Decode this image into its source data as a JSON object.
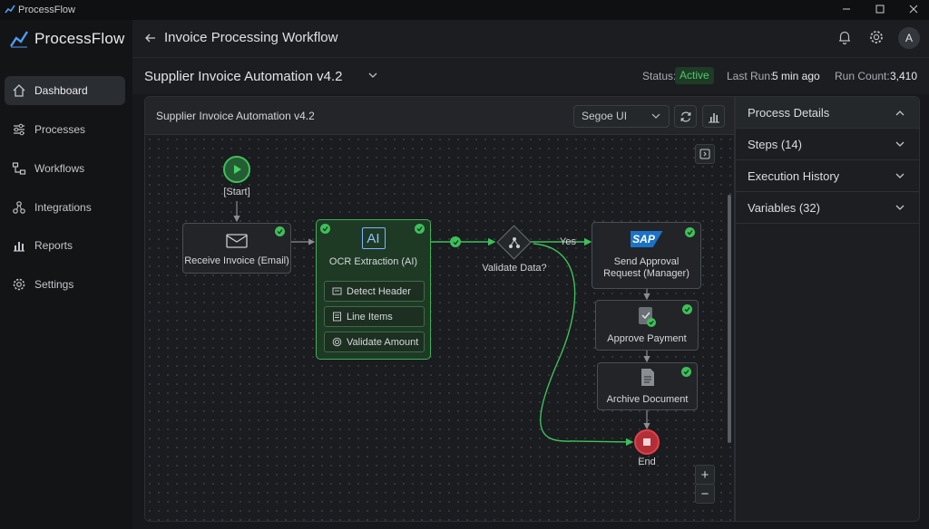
{
  "window": {
    "title": "ProcessFlow"
  },
  "sidebar": {
    "brand": "ProcessFlow",
    "items": [
      {
        "label": "Dashboard",
        "icon": "home-icon",
        "active": true
      },
      {
        "label": "Processes",
        "icon": "sliders-icon"
      },
      {
        "label": "Workflows",
        "icon": "workflow-icon"
      },
      {
        "label": "Integrations",
        "icon": "integrations-icon"
      },
      {
        "label": "Reports",
        "icon": "bar-chart-icon"
      },
      {
        "label": "Settings",
        "icon": "gear-icon"
      }
    ]
  },
  "header": {
    "title": "Invoice Processing Workflow",
    "avatar_initial": "A"
  },
  "subheader": {
    "process_name": "Supplier Invoice Automation v4.2",
    "status_label": "Status:",
    "status_value": "Active",
    "last_run_label": "Last Run:",
    "last_run_value": "5 min ago",
    "run_count_label": "Run Count:",
    "run_count_value": "3,410"
  },
  "canvas": {
    "title": "Supplier Invoice Automation v4.2",
    "font_select": "Segoe UI",
    "zoom_in": "+",
    "zoom_out": "−"
  },
  "workflow": {
    "start_label": "[Start]",
    "receive": "Receive Invoice (Email)",
    "ocr_icon_text": "AI",
    "ocr": "OCR Extraction (AI)",
    "ocr_steps": [
      "Detect Header",
      "Line Items",
      "Validate Amount"
    ],
    "decision": "Validate Data?",
    "yes_label": "Yes",
    "sap_logo": "SAP",
    "approval": "Send Approval Request (Manager)",
    "approve_payment": "Approve Payment",
    "archive": "Archive Document",
    "end_label": "End",
    "colors": {
      "success": "#3fbf5a",
      "end": "#e0424b",
      "sap_blue": "#1a73c7"
    }
  },
  "details_panel": {
    "sections": [
      {
        "label": "Process Details",
        "expanded": true
      },
      {
        "label": "Steps (14)"
      },
      {
        "label": "Execution History"
      },
      {
        "label": "Variables (32)"
      }
    ]
  }
}
